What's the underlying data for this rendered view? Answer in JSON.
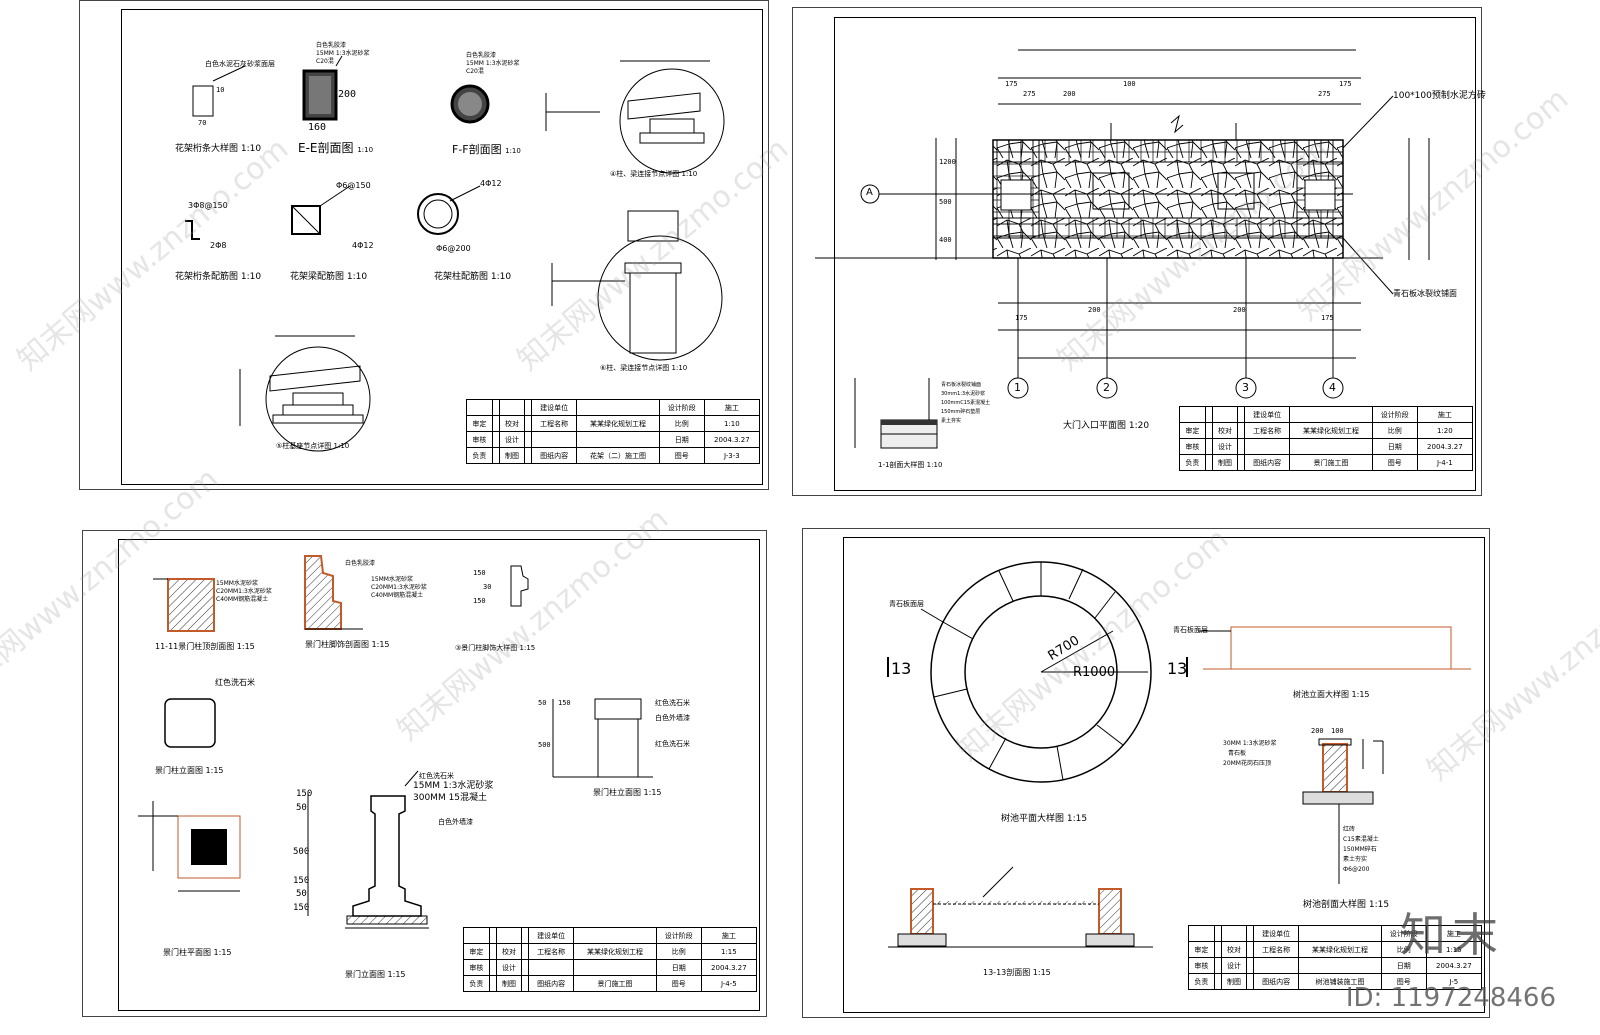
{
  "sheet1": {
    "labels": {
      "note_a": "白色水泥石灰砂浆面层",
      "dim_10": "10",
      "dim_70": "70",
      "cap_a": "花架桁条大样图",
      "scale_a": "1:10",
      "ee_note1": "白色乳胶漆",
      "ee_note2": "15MM 1:3水泥砂浆",
      "ee_note3": "C20混",
      "dim_200": "200",
      "dim_160": "160",
      "cap_ee": "E-E剖面图",
      "scale_ee": "1:10",
      "ff_note1": "白色乳胶漆",
      "ff_note2": "15MM 1:3水泥砂浆",
      "ff_note3": "C20混",
      "cap_ff": "F-F剖面图",
      "scale_ff": "1:10",
      "cap_d4": "④柱、梁连接节点详图",
      "scale_d4": "1:10",
      "rebar1": "3Φ8@150",
      "rebar1b": "2Φ8",
      "cap_b": "花架桁条配筋图",
      "scale_b": "1:10",
      "rebar2": "Φ6@150",
      "rebar2b": "4Φ12",
      "cap_c": "花架梁配筋图",
      "scale_c": "1:10",
      "rebar3": "4Φ12",
      "rebar3b": "Φ6@200",
      "cap_d": "花架柱配筋图",
      "scale_d": "1:10",
      "cap_d5": "⑤柱基座节点详图",
      "scale_d5": "1:10",
      "cap_d6": "⑥柱、梁连接节点详图",
      "scale_d6": "1:10"
    },
    "title_block": {
      "r1": [
        "",
        "",
        "",
        "",
        "建设单位",
        "",
        "设计阶段",
        "施工"
      ],
      "r2": [
        "审定",
        "",
        "校对",
        "",
        "工程名称",
        "某某绿化规划工程",
        "比例",
        "1:10"
      ],
      "r3": [
        "审核",
        "",
        "设计",
        "",
        "",
        "",
        "日期",
        "2004.3.27"
      ],
      "r4": [
        "负责",
        "",
        "制图",
        "",
        "图纸内容",
        "花架（二）施工图",
        "图号",
        "J-3-3"
      ]
    }
  },
  "sheet2": {
    "labels": {
      "note_top": "100*100预制水泥方砖",
      "note_bottom": "青石板冰裂纹铺面",
      "axis_a": "A",
      "axis1": "1",
      "axis2": "2",
      "axis3": "3",
      "axis4": "4",
      "cap_plan": "大门入口平面图",
      "scale_plan": "1:20",
      "cap_sec": "1-1剖面大样图",
      "scale_sec": "1:10",
      "d175": "175",
      "d275": "275",
      "d200": "200",
      "d100": "100",
      "d500": "500",
      "d400": "400",
      "d1200": "1200",
      "sec_n1": "青石板冰裂纹铺面",
      "sec_n2": "30mm1:3水泥砂浆",
      "sec_n3": "100mmC15素混凝土",
      "sec_n4": "150mm碎石垫层",
      "sec_n5": "素土夯实"
    },
    "title_block": {
      "r1": [
        "",
        "",
        "",
        "",
        "建设单位",
        "",
        "设计阶段",
        "施工"
      ],
      "r2": [
        "审定",
        "",
        "校对",
        "",
        "工程名称",
        "某某绿化规划工程",
        "比例",
        "1:20"
      ],
      "r3": [
        "审核",
        "",
        "设计",
        "",
        "",
        "",
        "日期",
        "2004.3.27"
      ],
      "r4": [
        "负责",
        "",
        "制图",
        "",
        "图纸内容",
        "景门施工图",
        "图号",
        "J-4-1"
      ]
    }
  },
  "sheet3": {
    "labels": {
      "a_n1": "15MM水泥砂浆",
      "a_n2": "C20MM1:3水泥砂浆",
      "a_n3": "C40MM钢筋混凝土",
      "cap_a": "11-11景门柱顶剖面图",
      "scale_a": "1:15",
      "b_n1": "白色乳胶漆",
      "b_n2": "15MM水泥砂浆",
      "b_n3": "C20MM1:3水泥砂浆",
      "b_n4": "C40MM钢筋混凝土",
      "cap_b": "景门柱脚饰剖面图",
      "scale_b": "1:15",
      "d150": "150",
      "d30": "30",
      "d150b": "150",
      "cap_c": "③景门柱脚饰大样图",
      "scale_c": "1:15",
      "d_n1": "红色洗石米",
      "cap_d": "景门柱立面图",
      "scale_d": "1:15",
      "e_n1": "红色洗石米",
      "e_n2": "白色外墙漆",
      "e_n3": "红色洗石米",
      "d50": "50",
      "d150c": "150",
      "d500": "500",
      "cap_e": "景门柱立面图",
      "scale_e": "1:15",
      "f_n1": "红色洗石米",
      "f_n2": "15MM 1:3水泥砂浆",
      "f_n3": "300MM 15混凝土",
      "f_n4": "白色外墙漆",
      "v50": "50",
      "v150": "150",
      "v500": "500",
      "v150b": "150",
      "v50b": "50",
      "v150c": "150",
      "cap_f": "景门柱平面图",
      "scale_f": "1:15",
      "cap_g": "景门立面图",
      "scale_g": "1:15"
    },
    "title_block": {
      "r1": [
        "",
        "",
        "",
        "",
        "建设单位",
        "",
        "设计阶段",
        "施工"
      ],
      "r2": [
        "审定",
        "",
        "校对",
        "",
        "工程名称",
        "某某绿化规划工程",
        "比例",
        "1:15"
      ],
      "r3": [
        "审核",
        "",
        "设计",
        "",
        "",
        "",
        "日期",
        "2004.3.27"
      ],
      "r4": [
        "负责",
        "",
        "制图",
        "",
        "图纸内容",
        "景门施工图",
        "图号",
        "J-4-5"
      ]
    }
  },
  "sheet4": {
    "labels": {
      "n_ring": "青石板面层",
      "r700": "R700",
      "r1000": "R1000",
      "sec13_l": "13",
      "sec13_r": "13",
      "n_elev": "青石板面层",
      "cap_elev": "树池立面大样图",
      "scale_elev": "1:15",
      "cap_plan": "树池平面大样图",
      "scale_plan": "1:15",
      "n_top": "青石板",
      "d200": "200",
      "d100": "100",
      "d_n1": "30MM 1:3水泥砂浆",
      "d_n2": "20MM花岗石压顶",
      "d_n3": "红砖",
      "d_n4": "C15素混凝土",
      "d_n5": "150MM碎石",
      "d_n6": "素土夯实",
      "d_n7": "Ф6@200",
      "cap_detail": "树池剖面大样图",
      "scale_detail": "1:15",
      "cap_sec": "13-13剖面图",
      "scale_sec": "1:15"
    },
    "title_block": {
      "r1": [
        "",
        "",
        "",
        "",
        "建设单位",
        "",
        "设计阶段",
        "施工"
      ],
      "r2": [
        "审定",
        "",
        "校对",
        "",
        "工程名称",
        "某某绿化规划工程",
        "比例",
        "1:15"
      ],
      "r3": [
        "审核",
        "",
        "设计",
        "",
        "",
        "",
        "日期",
        "2004.3.27"
      ],
      "r4": [
        "负责",
        "",
        "制图",
        "",
        "图纸内容",
        "树池铺装施工图",
        "图号",
        "J-5"
      ]
    }
  },
  "watermarks": {
    "w1": "知末网www.znzmo.com",
    "w2": "知末网www.znzmo.com",
    "w3": "知末网www.znzmo.com",
    "w4": "知末网www.znzmo.com",
    "w5": "知末网www.znzmo.com",
    "w6": "知末网www.znzmo.com",
    "w7": "知末网www.znzmo.com",
    "w8": "知末网www.znzmo.com",
    "brand": "知末",
    "id": "ID: 1197248466"
  }
}
